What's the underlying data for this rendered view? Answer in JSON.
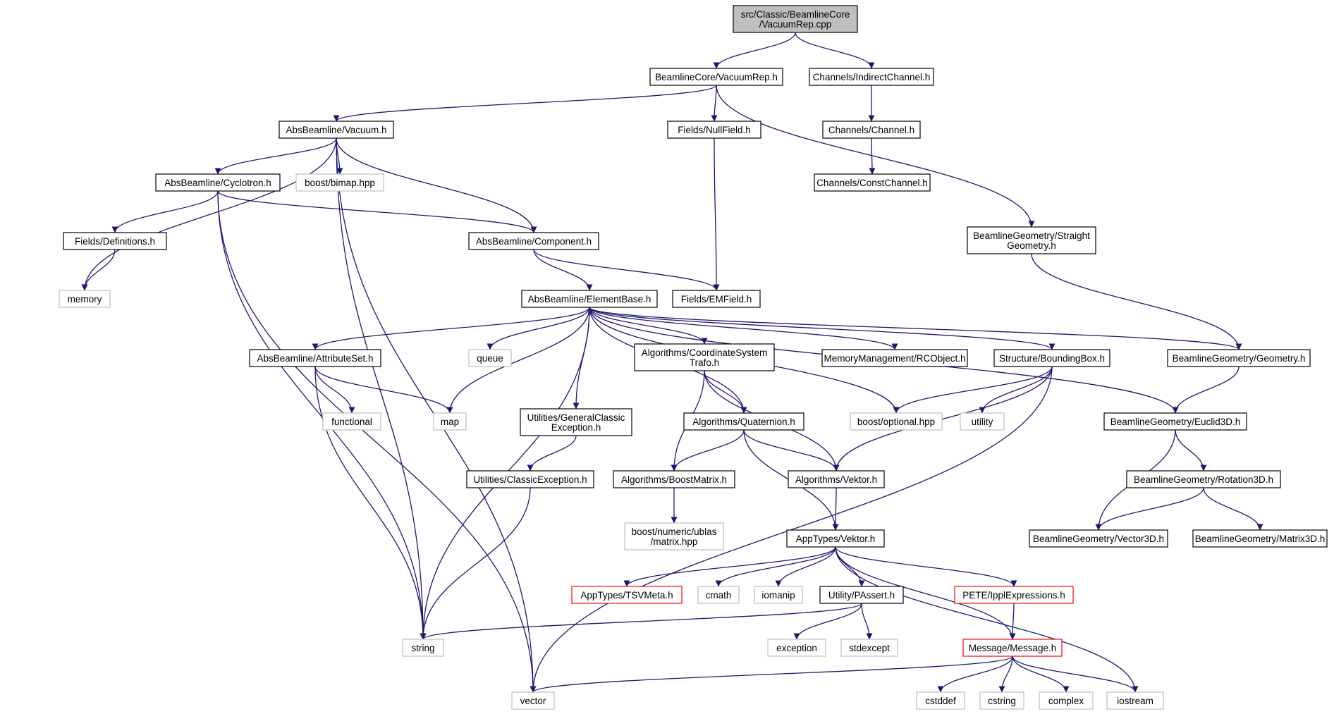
{
  "colors": {
    "edge": "#191970",
    "node_border": "#000000",
    "external_border": "#bfbfbf",
    "missing_border": "#ff0000",
    "root_fill": "#bfbfbf"
  },
  "nodes": [
    {
      "id": "root",
      "lines": [
        "src/Classic/BeamlineCore",
        "/VacuumRep.cpp"
      ],
      "kind": "root"
    },
    {
      "id": "vacuumrep_h",
      "lines": [
        "BeamlineCore/VacuumRep.h"
      ],
      "kind": "normal"
    },
    {
      "id": "indirectchannel_h",
      "lines": [
        "Channels/IndirectChannel.h"
      ],
      "kind": "normal"
    },
    {
      "id": "vacuum_h",
      "lines": [
        "AbsBeamline/Vacuum.h"
      ],
      "kind": "normal"
    },
    {
      "id": "nullfield_h",
      "lines": [
        "Fields/NullField.h"
      ],
      "kind": "normal"
    },
    {
      "id": "channel_h",
      "lines": [
        "Channels/Channel.h"
      ],
      "kind": "normal"
    },
    {
      "id": "cyclotron_h",
      "lines": [
        "AbsBeamline/Cyclotron.h"
      ],
      "kind": "normal"
    },
    {
      "id": "bimap_hpp",
      "lines": [
        "boost/bimap.hpp"
      ],
      "kind": "external"
    },
    {
      "id": "constchannel_h",
      "lines": [
        "Channels/ConstChannel.h"
      ],
      "kind": "normal"
    },
    {
      "id": "definitions_h",
      "lines": [
        "Fields/Definitions.h"
      ],
      "kind": "normal"
    },
    {
      "id": "component_h",
      "lines": [
        "AbsBeamline/Component.h"
      ],
      "kind": "normal"
    },
    {
      "id": "straightgeometry_h",
      "lines": [
        "BeamlineGeometry/Straight",
        "Geometry.h"
      ],
      "kind": "normal"
    },
    {
      "id": "memory",
      "lines": [
        "memory"
      ],
      "kind": "external"
    },
    {
      "id": "elementbase_h",
      "lines": [
        "AbsBeamline/ElementBase.h"
      ],
      "kind": "normal"
    },
    {
      "id": "emfield_h",
      "lines": [
        "Fields/EMField.h"
      ],
      "kind": "normal"
    },
    {
      "id": "attributeset_h",
      "lines": [
        "AbsBeamline/AttributeSet.h"
      ],
      "kind": "normal"
    },
    {
      "id": "queue",
      "lines": [
        "queue"
      ],
      "kind": "external"
    },
    {
      "id": "coordtrafo_h",
      "lines": [
        "Algorithms/CoordinateSystem",
        "Trafo.h"
      ],
      "kind": "normal"
    },
    {
      "id": "rcobject_h",
      "lines": [
        "MemoryManagement/RCObject.h"
      ],
      "kind": "normal"
    },
    {
      "id": "boundingbox_h",
      "lines": [
        "Structure/BoundingBox.h"
      ],
      "kind": "normal"
    },
    {
      "id": "geometry_h",
      "lines": [
        "BeamlineGeometry/Geometry.h"
      ],
      "kind": "normal"
    },
    {
      "id": "functional",
      "lines": [
        "functional"
      ],
      "kind": "external"
    },
    {
      "id": "map",
      "lines": [
        "map"
      ],
      "kind": "external"
    },
    {
      "id": "generalclassicexc_h",
      "lines": [
        "Utilities/GeneralClassic",
        "Exception.h"
      ],
      "kind": "normal"
    },
    {
      "id": "quaternion_h",
      "lines": [
        "Algorithms/Quaternion.h"
      ],
      "kind": "normal"
    },
    {
      "id": "optional_hpp",
      "lines": [
        "boost/optional.hpp"
      ],
      "kind": "external"
    },
    {
      "id": "utility",
      "lines": [
        "utility"
      ],
      "kind": "external"
    },
    {
      "id": "euclid3d_h",
      "lines": [
        "BeamlineGeometry/Euclid3D.h"
      ],
      "kind": "normal"
    },
    {
      "id": "classicexception_h",
      "lines": [
        "Utilities/ClassicException.h"
      ],
      "kind": "normal"
    },
    {
      "id": "boostmatrix_h",
      "lines": [
        "Algorithms/BoostMatrix.h"
      ],
      "kind": "normal"
    },
    {
      "id": "algvektor_h",
      "lines": [
        "Algorithms/Vektor.h"
      ],
      "kind": "normal"
    },
    {
      "id": "rotation3d_h",
      "lines": [
        "BeamlineGeometry/Rotation3D.h"
      ],
      "kind": "normal"
    },
    {
      "id": "ublas_matrix_hpp",
      "lines": [
        "boost/numeric/ublas",
        "/matrix.hpp"
      ],
      "kind": "external"
    },
    {
      "id": "apptypesvektor_h",
      "lines": [
        "AppTypes/Vektor.h"
      ],
      "kind": "normal"
    },
    {
      "id": "vector3d_h",
      "lines": [
        "BeamlineGeometry/Vector3D.h"
      ],
      "kind": "normal"
    },
    {
      "id": "matrix3d_h",
      "lines": [
        "BeamlineGeometry/Matrix3D.h"
      ],
      "kind": "normal"
    },
    {
      "id": "tsvmeta_h",
      "lines": [
        "AppTypes/TSVMeta.h"
      ],
      "kind": "missing"
    },
    {
      "id": "cmath",
      "lines": [
        "cmath"
      ],
      "kind": "external"
    },
    {
      "id": "iomanip",
      "lines": [
        "iomanip"
      ],
      "kind": "external"
    },
    {
      "id": "passert_h",
      "lines": [
        "Utility/PAssert.h"
      ],
      "kind": "normal"
    },
    {
      "id": "ipplexpressions_h",
      "lines": [
        "PETE/IpplExpressions.h"
      ],
      "kind": "missing"
    },
    {
      "id": "string",
      "lines": [
        "string"
      ],
      "kind": "external"
    },
    {
      "id": "exception",
      "lines": [
        "exception"
      ],
      "kind": "external"
    },
    {
      "id": "stdexcept",
      "lines": [
        "stdexcept"
      ],
      "kind": "external"
    },
    {
      "id": "message_h",
      "lines": [
        "Message/Message.h"
      ],
      "kind": "missing"
    },
    {
      "id": "vector",
      "lines": [
        "vector"
      ],
      "kind": "external"
    },
    {
      "id": "cstddef",
      "lines": [
        "cstddef"
      ],
      "kind": "external"
    },
    {
      "id": "cstring",
      "lines": [
        "cstring"
      ],
      "kind": "external"
    },
    {
      "id": "complex",
      "lines": [
        "complex"
      ],
      "kind": "external"
    },
    {
      "id": "iostream",
      "lines": [
        "iostream"
      ],
      "kind": "external"
    }
  ],
  "edges": [
    [
      "root",
      "vacuumrep_h"
    ],
    [
      "root",
      "indirectchannel_h"
    ],
    [
      "vacuumrep_h",
      "vacuum_h"
    ],
    [
      "vacuumrep_h",
      "nullfield_h"
    ],
    [
      "vacuumrep_h",
      "straightgeometry_h"
    ],
    [
      "indirectchannel_h",
      "channel_h"
    ],
    [
      "channel_h",
      "constchannel_h"
    ],
    [
      "vacuum_h",
      "cyclotron_h"
    ],
    [
      "vacuum_h",
      "bimap_hpp"
    ],
    [
      "vacuum_h",
      "component_h"
    ],
    [
      "vacuum_h",
      "memory"
    ],
    [
      "vacuum_h",
      "string"
    ],
    [
      "vacuum_h",
      "vector"
    ],
    [
      "nullfield_h",
      "emfield_h"
    ],
    [
      "cyclotron_h",
      "definitions_h"
    ],
    [
      "cyclotron_h",
      "component_h"
    ],
    [
      "cyclotron_h",
      "string"
    ],
    [
      "cyclotron_h",
      "vector"
    ],
    [
      "definitions_h",
      "memory"
    ],
    [
      "component_h",
      "elementbase_h"
    ],
    [
      "component_h",
      "emfield_h"
    ],
    [
      "straightgeometry_h",
      "geometry_h"
    ],
    [
      "elementbase_h",
      "attributeset_h"
    ],
    [
      "elementbase_h",
      "map"
    ],
    [
      "elementbase_h",
      "queue"
    ],
    [
      "elementbase_h",
      "string"
    ],
    [
      "elementbase_h",
      "generalclassicexc_h"
    ],
    [
      "elementbase_h",
      "quaternion_h"
    ],
    [
      "elementbase_h",
      "coordtrafo_h"
    ],
    [
      "elementbase_h",
      "rcobject_h"
    ],
    [
      "elementbase_h",
      "boundingbox_h"
    ],
    [
      "elementbase_h",
      "optional_hpp"
    ],
    [
      "elementbase_h",
      "geometry_h"
    ],
    [
      "elementbase_h",
      "euclid3d_h"
    ],
    [
      "attributeset_h",
      "functional"
    ],
    [
      "attributeset_h",
      "map"
    ],
    [
      "attributeset_h",
      "string"
    ],
    [
      "coordtrafo_h",
      "quaternion_h"
    ],
    [
      "coordtrafo_h",
      "boostmatrix_h"
    ],
    [
      "coordtrafo_h",
      "algvektor_h"
    ],
    [
      "boundingbox_h",
      "optional_hpp"
    ],
    [
      "boundingbox_h",
      "utility"
    ],
    [
      "boundingbox_h",
      "algvektor_h"
    ],
    [
      "boundingbox_h",
      "vector"
    ],
    [
      "geometry_h",
      "euclid3d_h"
    ],
    [
      "generalclassicexc_h",
      "classicexception_h"
    ],
    [
      "classicexception_h",
      "string"
    ],
    [
      "quaternion_h",
      "boostmatrix_h"
    ],
    [
      "quaternion_h",
      "algvektor_h"
    ],
    [
      "quaternion_h",
      "apptypesvektor_h"
    ],
    [
      "euclid3d_h",
      "rotation3d_h"
    ],
    [
      "euclid3d_h",
      "vector3d_h"
    ],
    [
      "rotation3d_h",
      "vector3d_h"
    ],
    [
      "rotation3d_h",
      "matrix3d_h"
    ],
    [
      "boostmatrix_h",
      "ublas_matrix_hpp"
    ],
    [
      "algvektor_h",
      "apptypesvektor_h"
    ],
    [
      "apptypesvektor_h",
      "tsvmeta_h"
    ],
    [
      "apptypesvektor_h",
      "cmath"
    ],
    [
      "apptypesvektor_h",
      "iomanip"
    ],
    [
      "apptypesvektor_h",
      "passert_h"
    ],
    [
      "apptypesvektor_h",
      "ipplexpressions_h"
    ],
    [
      "apptypesvektor_h",
      "message_h"
    ],
    [
      "apptypesvektor_h",
      "iostream"
    ],
    [
      "passert_h",
      "string"
    ],
    [
      "passert_h",
      "exception"
    ],
    [
      "passert_h",
      "stdexcept"
    ],
    [
      "ipplexpressions_h",
      "message_h"
    ],
    [
      "message_h",
      "vector"
    ],
    [
      "message_h",
      "cstddef"
    ],
    [
      "message_h",
      "cstring"
    ],
    [
      "message_h",
      "complex"
    ],
    [
      "message_h",
      "iostream"
    ]
  ]
}
